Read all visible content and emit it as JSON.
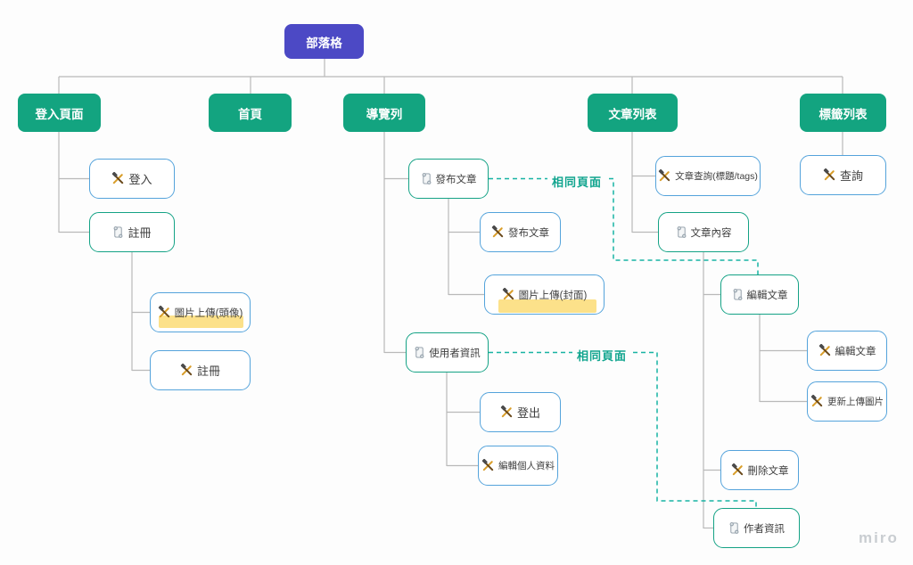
{
  "canvas": {
    "watermark": "miro"
  },
  "labels": {
    "same_page": "相同頁面"
  },
  "colors": {
    "root_fill": "#4c49c5",
    "section_fill": "#13a480",
    "outline_blue": "#54a3db",
    "outline_teal": "#14a285",
    "connector": "#b9b9b9",
    "same_page_line": "#17b3a3",
    "highlight": "#fce18a"
  },
  "nodes": {
    "root": {
      "label": "部落格"
    },
    "login_page": {
      "label": "登入頁面"
    },
    "home": {
      "label": "首頁"
    },
    "navbar": {
      "label": "導覽列"
    },
    "article_list": {
      "label": "文章列表"
    },
    "tag_list": {
      "label": "標籤列表"
    },
    "login_action": {
      "label": "登入",
      "icon": "tools-icon"
    },
    "register_page": {
      "label": "註冊",
      "icon": "scroll-icon"
    },
    "avatar_upload": {
      "label": "圖片上傳(頭像)",
      "icon": "tools-icon",
      "highlighted": true
    },
    "register_action": {
      "label": "註冊",
      "icon": "tools-icon"
    },
    "publish_page": {
      "label": "發布文章",
      "icon": "scroll-icon"
    },
    "publish_action": {
      "label": "發布文章",
      "icon": "tools-icon"
    },
    "cover_upload": {
      "label": "圖片上傳(封面)",
      "icon": "tools-icon",
      "highlighted": true
    },
    "user_info": {
      "label": "使用者資訊",
      "icon": "scroll-icon"
    },
    "logout_action": {
      "label": "登出",
      "icon": "tools-icon"
    },
    "edit_profile_action": {
      "label": "編輯個人資料",
      "icon": "tools-icon"
    },
    "article_query": {
      "label": "文章查詢(標題/tags)",
      "icon": "tools-icon"
    },
    "article_content": {
      "label": "文章內容",
      "icon": "scroll-icon"
    },
    "edit_article_page": {
      "label": "編輯文章",
      "icon": "scroll-icon"
    },
    "edit_article_action": {
      "label": "編輯文章",
      "icon": "tools-icon"
    },
    "update_image_action": {
      "label": "更新上傳圖片",
      "icon": "tools-icon"
    },
    "delete_article_action": {
      "label": "刪除文章",
      "icon": "tools-icon"
    },
    "author_info": {
      "label": "作者資訊",
      "icon": "scroll-icon"
    },
    "tag_query_action": {
      "label": "查詢",
      "icon": "tools-icon"
    }
  }
}
